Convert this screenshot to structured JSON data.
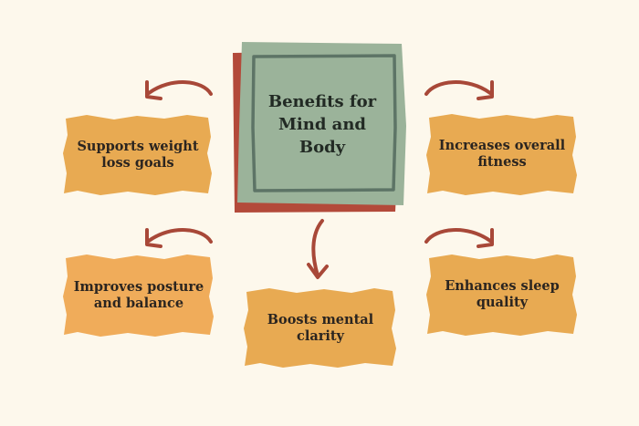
{
  "center": {
    "title": "Benefits for\nMind and\nBody"
  },
  "benefits": [
    {
      "text": "Supports weight\nloss goals"
    },
    {
      "text": "Increases overall\nfitness"
    },
    {
      "text": "Improves posture\nand balance"
    },
    {
      "text": "Boosts mental\nclarity"
    },
    {
      "text": "Enhances sleep\nquality"
    }
  ],
  "colors": {
    "background": "#fdf8ec",
    "center_fill": "#9bb39a",
    "center_border": "#5d7466",
    "shadow": "#b34a3a",
    "box_fill": "#e8aa52",
    "box_fill_alt": "#f0ac5a",
    "arrow": "#a84838",
    "text": "#2b2520"
  }
}
